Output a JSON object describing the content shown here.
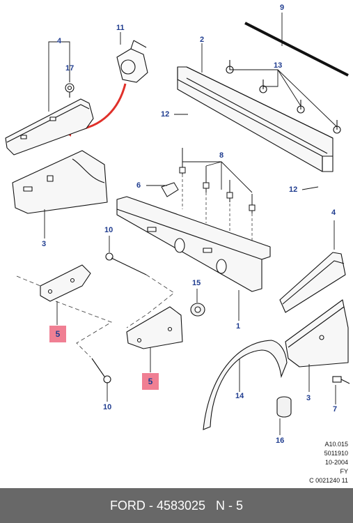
{
  "diagram": {
    "accent_color": "#1f3c8f",
    "highlight_color": "#f07f93",
    "arrow_color": "#e0302a",
    "callouts": {
      "c9": "9",
      "c11": "11",
      "c4_top": "4",
      "c17": "17",
      "c2": "2",
      "c13": "13",
      "c12_top": "12",
      "c8": "8",
      "c6": "6",
      "c12_mid": "12",
      "c3_left": "3",
      "c10_top": "10",
      "c4_right": "4",
      "c15": "15",
      "c1": "1",
      "c5_left": "5",
      "c5_mid": "5",
      "c14": "14",
      "c3_right": "3",
      "c7": "7",
      "c10_bottom": "10",
      "c16": "16"
    },
    "reference": [
      "A10.015",
      "5011910",
      "10-2004",
      "FY",
      "C 0021240 11"
    ]
  },
  "footer": {
    "brand": "FORD",
    "sep1": " - ",
    "part_number": "4583025",
    "gap": "   ",
    "item": "N - 5"
  }
}
